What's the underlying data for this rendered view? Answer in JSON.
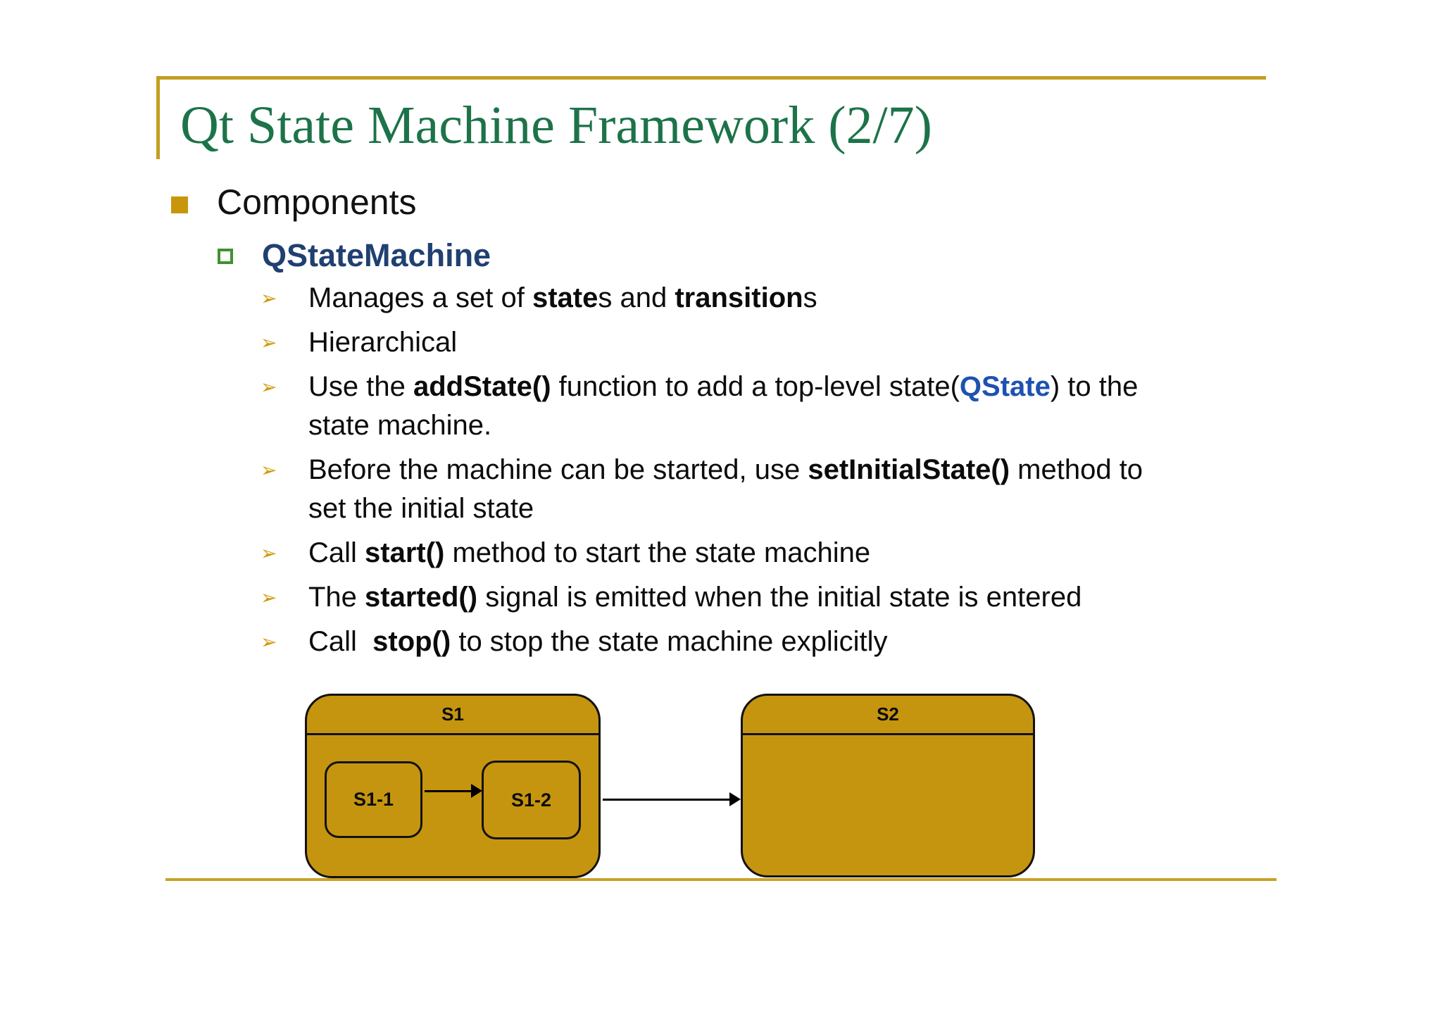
{
  "title": "Qt State Machine Framework (2/7)",
  "sections": {
    "components": "Components",
    "qstatemachine": "QStateMachine"
  },
  "bullets": {
    "marker": "➢",
    "items": [
      {
        "lines": [
          [
            {
              "text": "Manages a set of "
            },
            {
              "text": "state",
              "bold": true
            },
            {
              "text": "s and "
            },
            {
              "text": "transition",
              "bold": true
            },
            {
              "text": "s"
            }
          ]
        ]
      },
      {
        "lines": [
          [
            {
              "text": "Hierarchical"
            }
          ]
        ]
      },
      {
        "lines": [
          [
            {
              "text": "Use the "
            },
            {
              "text": "addState()",
              "bold": true
            },
            {
              "text": " function to add a top-level state("
            },
            {
              "text": "QState",
              "bold": true,
              "color": "blue"
            },
            {
              "text": ") to the"
            }
          ],
          [
            {
              "text": "state machine."
            }
          ]
        ]
      },
      {
        "lines": [
          [
            {
              "text": "Before the machine can be started, use "
            },
            {
              "text": "setInitialState()",
              "bold": true
            },
            {
              "text": " method to"
            }
          ],
          [
            {
              "text": "set the initial state"
            }
          ]
        ]
      },
      {
        "lines": [
          [
            {
              "text": "Call "
            },
            {
              "text": "start()",
              "bold": true
            },
            {
              "text": " method to start the state machine"
            }
          ]
        ]
      },
      {
        "lines": [
          [
            {
              "text": "The "
            },
            {
              "text": "started()",
              "bold": true
            },
            {
              "text": " signal is emitted when the initial state is entered"
            }
          ]
        ]
      },
      {
        "lines": [
          [
            {
              "text": "Call  "
            },
            {
              "text": "stop()",
              "bold": true
            },
            {
              "text": " to stop the state machine explicitly"
            }
          ]
        ]
      }
    ]
  },
  "diagram": {
    "s1_label": "S1",
    "s11_label": "S1-1",
    "s12_label": "S1-2",
    "s2_label": "S2"
  },
  "colors": {
    "rule_gold": "#C49E22",
    "title_green": "#1D7349",
    "heading_navy": "#204070",
    "qstate_blue": "#1E52B0",
    "bullet_gold": "#C8960C",
    "bullet_square_green": "#3F9230",
    "arrow_bullet_gold": "#CF9B0D",
    "state_fill_gold": "#C6950F"
  }
}
